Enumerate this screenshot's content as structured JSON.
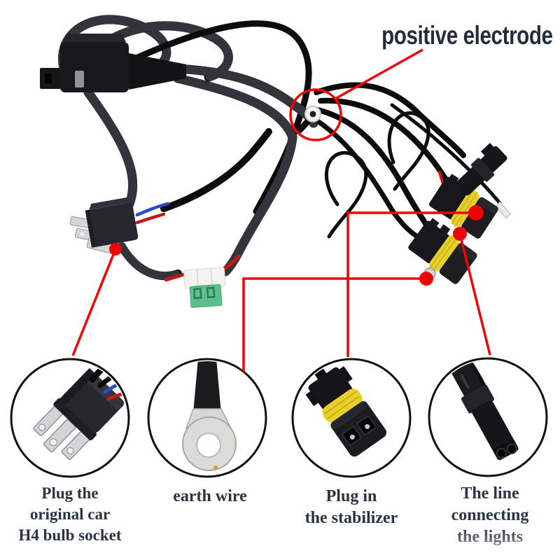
{
  "headline": {
    "label": "positive electrode"
  },
  "insets": [
    {
      "name": "h4-socket",
      "caption": "Plug the\noriginal car\nH4 bulb socket"
    },
    {
      "name": "earth-wire",
      "caption": "earth wire"
    },
    {
      "name": "stabilizer-plug",
      "caption": "Plug in\nthe stabilizer"
    },
    {
      "name": "lights-line",
      "caption": "The line\nconnecting\nthe lights"
    }
  ],
  "colors": {
    "annotation_red": "#ee0404",
    "caption_text": "#2a3442",
    "headline_text": "#232e3a",
    "seal_yellow": "#e8d02b",
    "fuse_green": "#5cbf8e",
    "background": "#ffffff"
  }
}
